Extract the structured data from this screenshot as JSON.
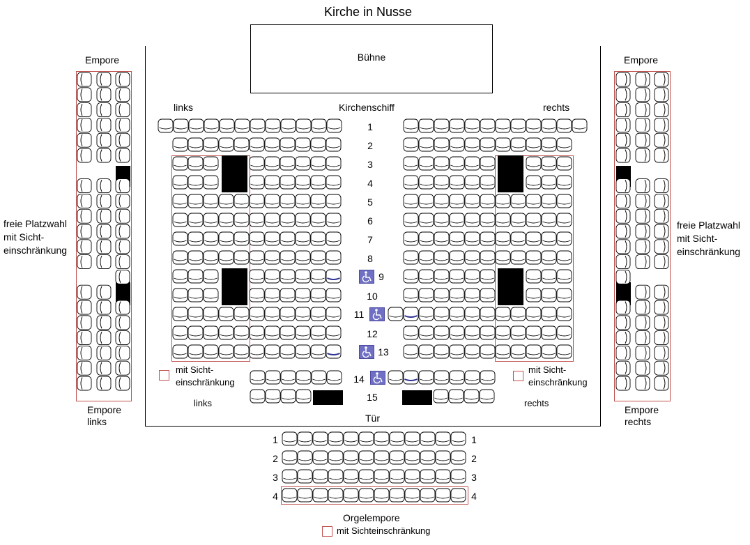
{
  "title": "Kirche in Nusse",
  "stage": "Bühne",
  "nave": {
    "heading": "Kirchenschiff",
    "left_top": "links",
    "right_top": "rechts",
    "left_bottom": "links",
    "right_bottom": "rechts",
    "door": "Tür",
    "rows": [
      "1",
      "2",
      "3",
      "4",
      "5",
      "6",
      "7",
      "8",
      "9",
      "10",
      "11",
      "12",
      "13",
      "14",
      "15"
    ]
  },
  "gallery_left": {
    "top": "Empore",
    "bottom_line1": "Empore",
    "bottom_line2": "links",
    "note_line1": "freie Platzwahl",
    "note_line2": "mit Sicht-",
    "note_line3": "einschränkung"
  },
  "gallery_right": {
    "top": "Empore",
    "bottom_line1": "Empore",
    "bottom_line2": "rechts",
    "note_line1": "freie Platzwahl",
    "note_line2": "mit Sicht-",
    "note_line3": "einschränkung"
  },
  "legend_left": {
    "line1": "mit Sicht-",
    "line2": "einschränkung"
  },
  "legend_right": {
    "line1": "mit Sicht-",
    "line2": "einschränkung"
  },
  "organ": {
    "title": "Orgelempore",
    "legend": "mit Sichteinschränkung",
    "rows": [
      "1",
      "2",
      "3",
      "4"
    ]
  },
  "wheelchair_icon": "wheelchair-icon",
  "colors": {
    "restricted_outline": "#c0504d",
    "wheelchair": "#6f70c4",
    "companion_seat": "#2e3192",
    "pillar": "#000000"
  }
}
